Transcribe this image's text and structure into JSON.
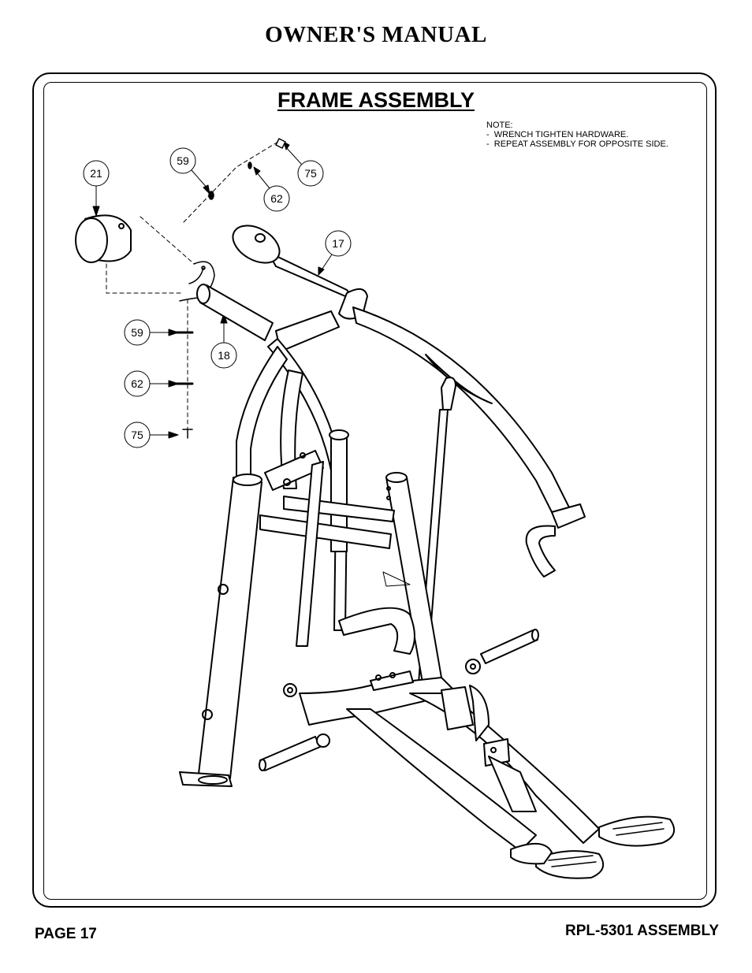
{
  "header": {
    "title": "OWNER'S MANUAL"
  },
  "section": {
    "title": "FRAME ASSEMBLY"
  },
  "note": {
    "heading": "NOTE:",
    "lines": [
      "-  WRENCH TIGHTEN HARDWARE.",
      "-  REPEAT ASSEMBLY FOR OPPOSITE SIDE."
    ]
  },
  "callouts": [
    "21",
    "59",
    "75",
    "62",
    "17",
    "59",
    "18",
    "62",
    "75"
  ],
  "footer": {
    "page": "PAGE 17",
    "doc": "RPL-5301 ASSEMBLY"
  }
}
